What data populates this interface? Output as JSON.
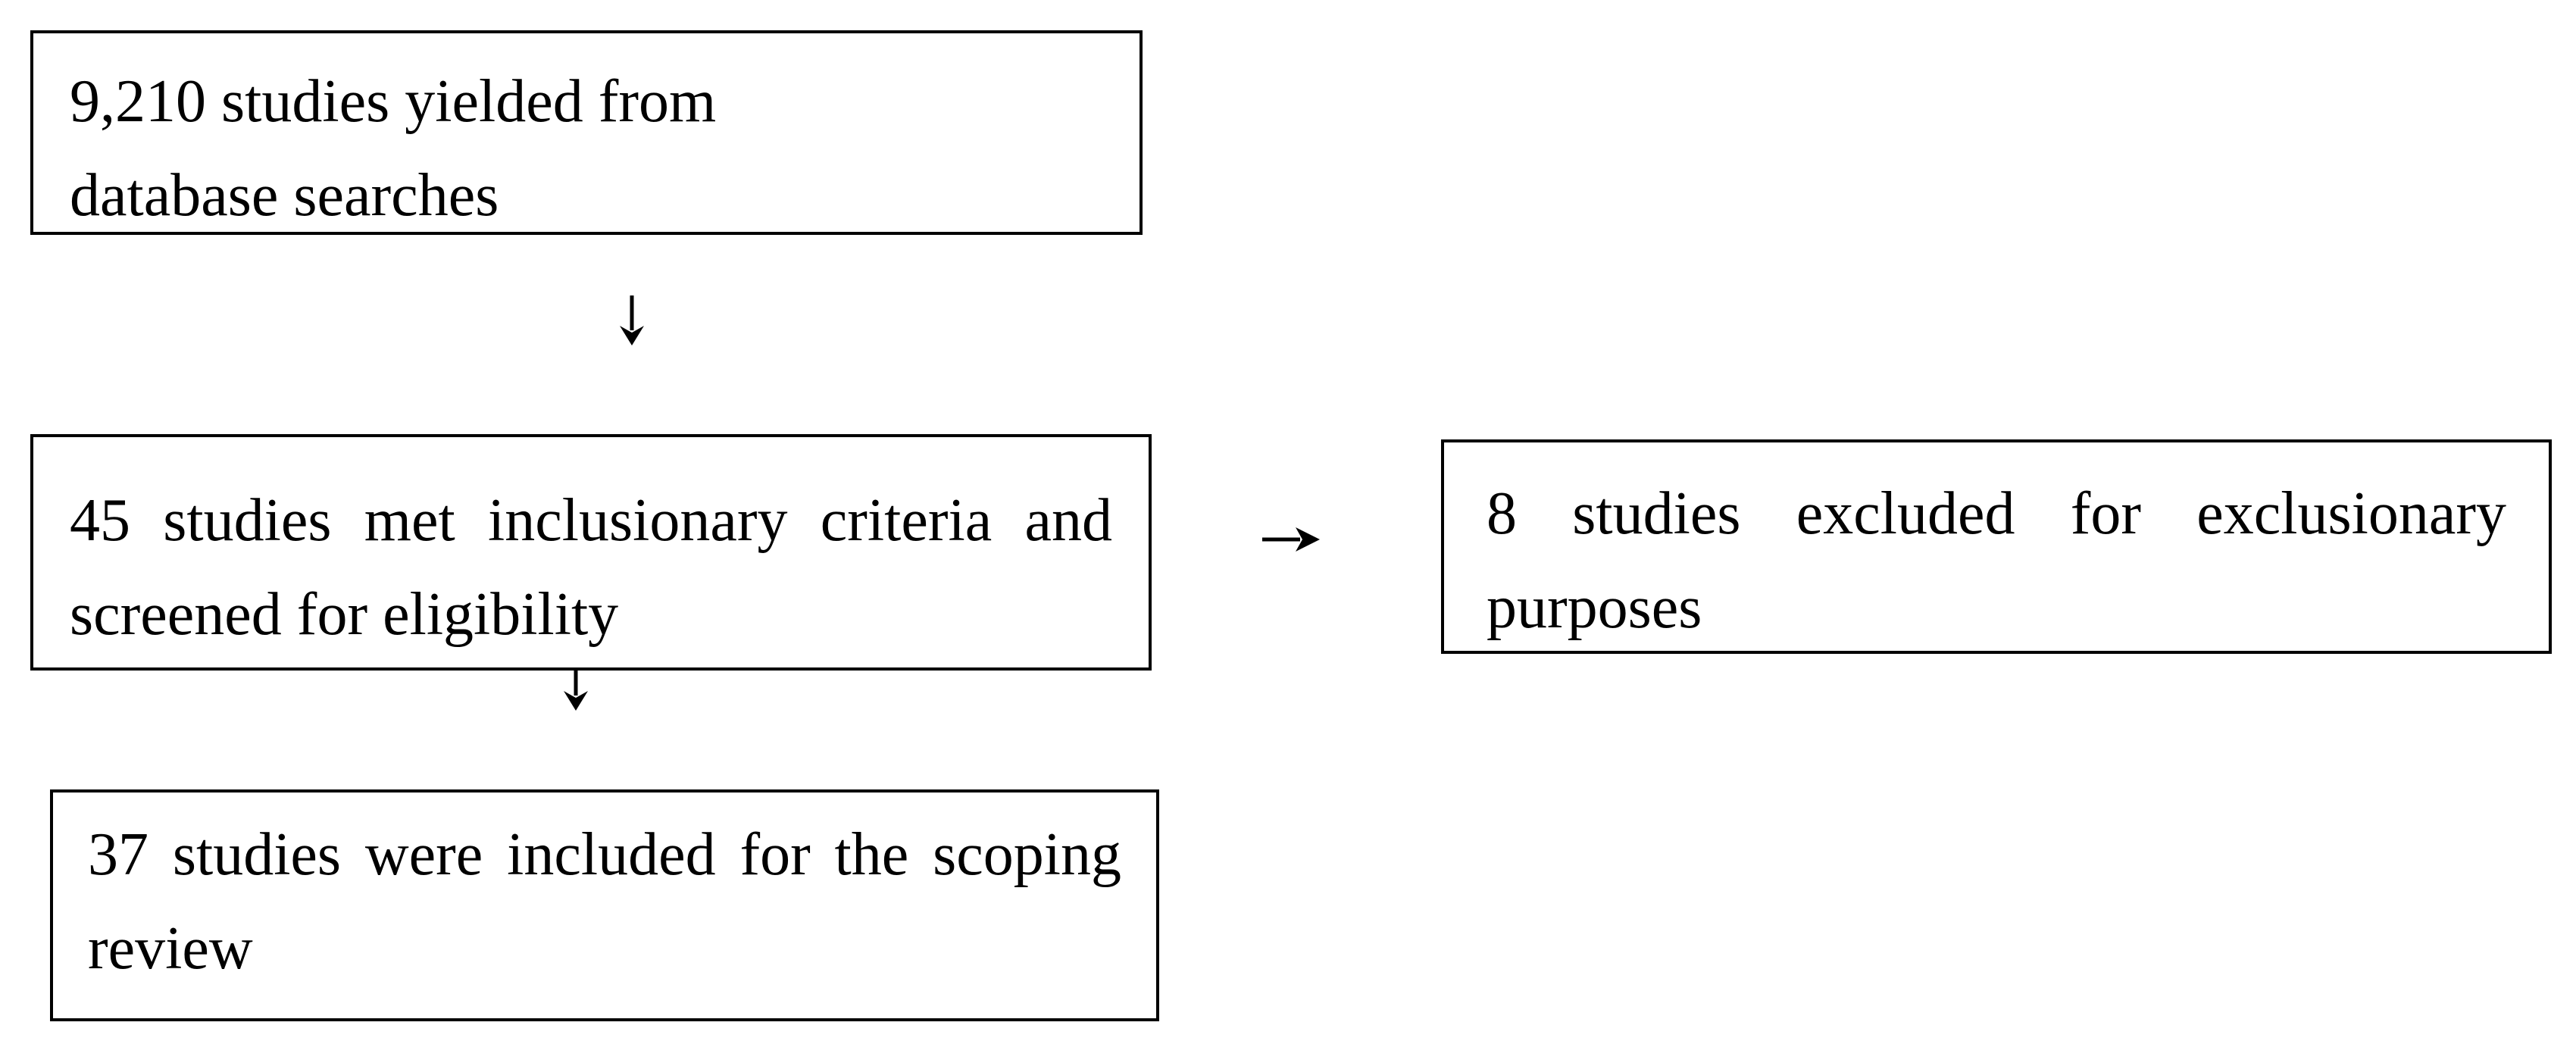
{
  "diagram": {
    "title": "study-selection-flowchart",
    "background_color": "#ffffff",
    "border_color": "#000000",
    "text_color": "#000000",
    "boxes": [
      {
        "id": "database-search",
        "lines": [
          "9,210 studies yielded from",
          "database searches"
        ]
      },
      {
        "id": "screened-eligibility",
        "lines": [
          "45 studies met inclusionary criteria and",
          "screened for eligibility"
        ]
      },
      {
        "id": "excluded",
        "lines": [
          "8 studies excluded for exclusionary",
          "purposes"
        ]
      },
      {
        "id": "included-scoping-review",
        "lines": [
          "37 studies were included for the scoping",
          "review"
        ]
      }
    ],
    "arrows": [
      {
        "name": "down-arrow-1",
        "glyph": "↓",
        "direction": "down",
        "from": "database-search",
        "to": "screened-eligibility"
      },
      {
        "name": "down-arrow-2",
        "glyph": "↓",
        "direction": "down",
        "from": "screened-eligibility",
        "to": "included-scoping-review"
      },
      {
        "name": "right-arrow-1",
        "glyph": "→",
        "direction": "right",
        "from": "screened-eligibility",
        "to": "excluded"
      }
    ]
  }
}
